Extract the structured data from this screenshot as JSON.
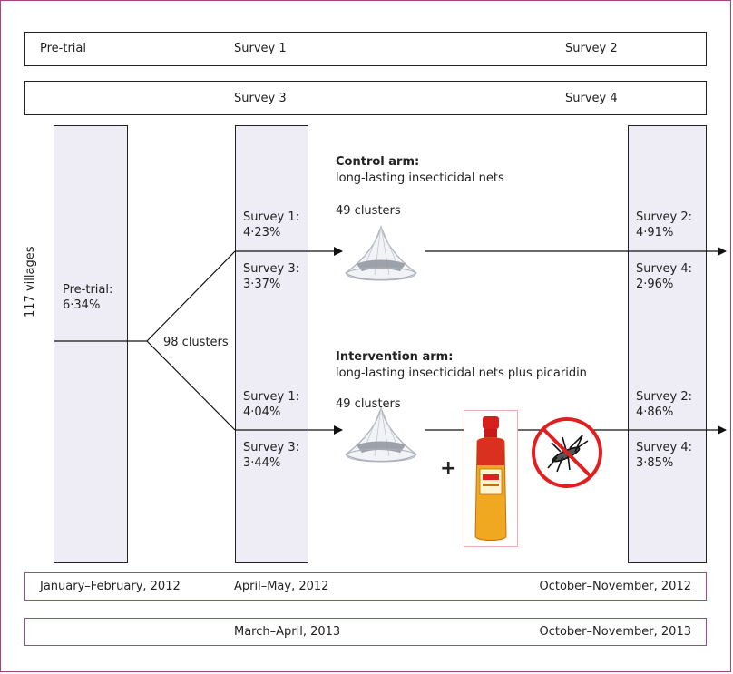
{
  "header_rows": [
    {
      "cells": [
        "Pre-trial",
        "Survey 1",
        "Survey 2"
      ]
    },
    {
      "cells": [
        "Survey 3",
        "Survey 4"
      ]
    }
  ],
  "left": {
    "villages": "117 villages",
    "pretrial_label": "Pre-trial:",
    "pretrial_value": "6·34%",
    "clusters": "98 clusters"
  },
  "control": {
    "title": "Control arm:",
    "subtitle": "long-lasting insecticidal nets",
    "clusters": "49 clusters",
    "s1_label": "Survey 1:",
    "s1_value": "4·23%",
    "s3_label": "Survey 3:",
    "s3_value": "3·37%",
    "s2_label": "Survey 2:",
    "s2_value": "4·91%",
    "s4_label": "Survey 4:",
    "s4_value": "2·96%"
  },
  "intervention": {
    "title": "Intervention arm:",
    "subtitle": "long-lasting insecticidal nets plus picaridin",
    "clusters": "49 clusters",
    "plus": "+",
    "s1_label": "Survey 1:",
    "s1_value": "4·04%",
    "s3_label": "Survey 3:",
    "s3_value": "3·44%",
    "s2_label": "Survey 2:",
    "s2_value": "4·86%",
    "s4_label": "Survey 4:",
    "s4_value": "3·85%"
  },
  "date_rows": [
    {
      "cells": [
        "January–February, 2012",
        "April–May, 2012",
        "October–November, 2012"
      ]
    },
    {
      "cells": [
        "March–April, 2013",
        "October–November, 2013"
      ]
    }
  ],
  "icons": [
    "bed-net-icon",
    "repellent-bottle-icon",
    "no-mosquito-icon"
  ],
  "colors": {
    "accent_border": "#9b4d8b",
    "column_fill": "#eeedf5",
    "no_sign": "#e02020",
    "bottle": "#e8a020"
  }
}
